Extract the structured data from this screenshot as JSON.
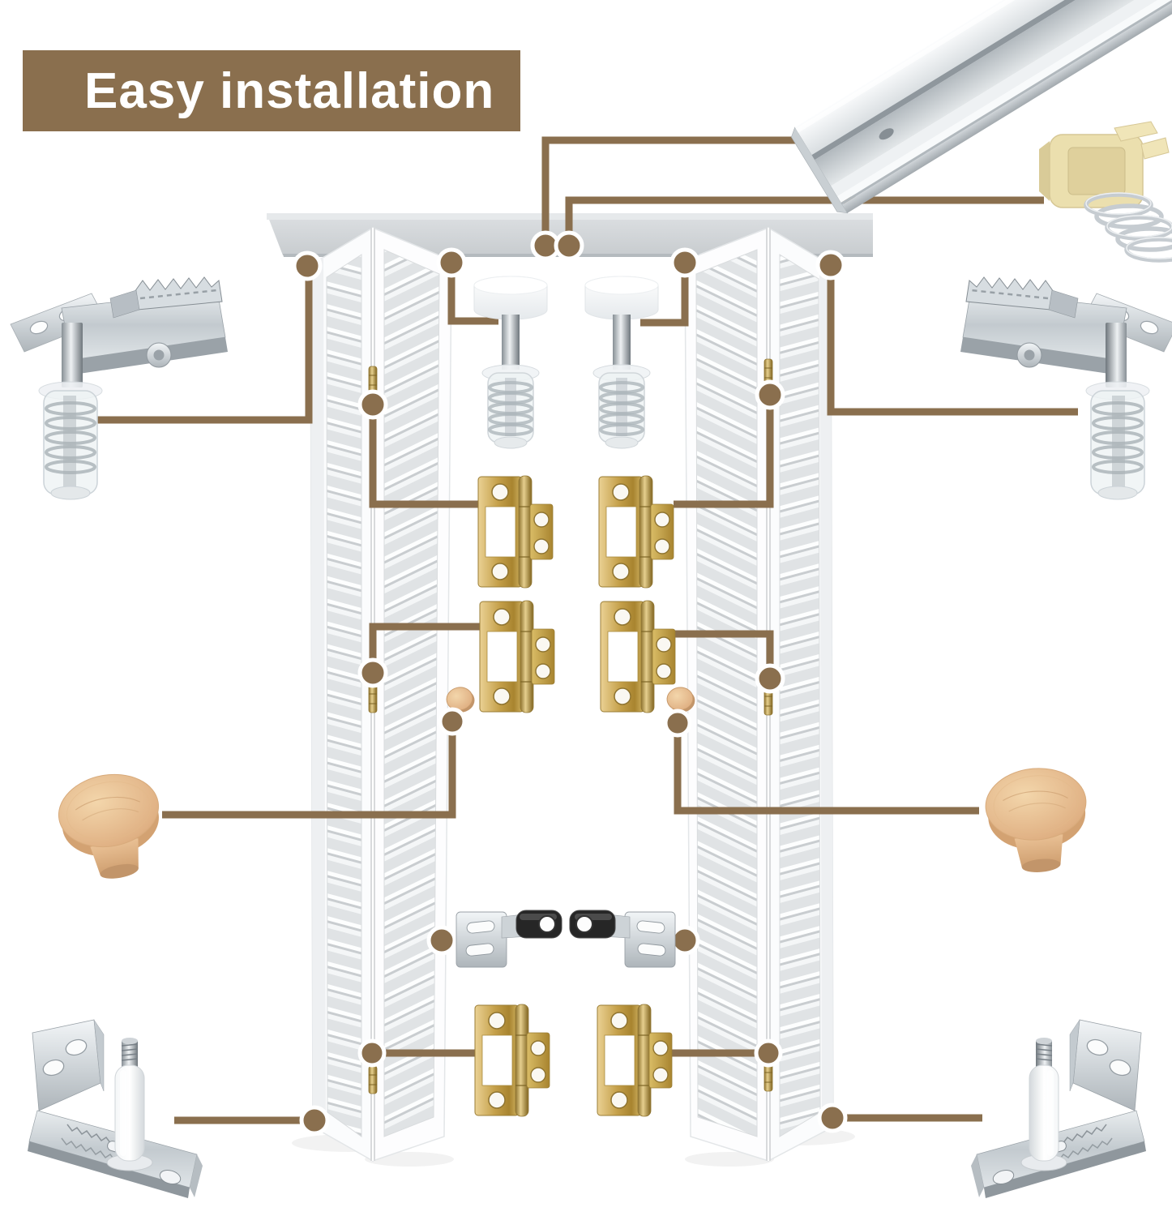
{
  "banner": {
    "label": "Easy installation"
  },
  "colors": {
    "accent-brown": "#8a6f4e",
    "banner-text": "#ffffff",
    "background": "#ffffff",
    "brass": "#c5a04a",
    "wood": "#e4bb8d",
    "metal": "#c9cfd3",
    "plastic-beige": "#ebdfae",
    "header-gray": "#d6d9db",
    "door-white": "#fbfcfd"
  },
  "parts": [
    {
      "id": "top-track-rail",
      "description": "metal top track channel"
    },
    {
      "id": "snugger-spring-roller",
      "description": "beige snugger with spring"
    },
    {
      "id": "top-pivot-bracket-left",
      "description": "adjustable top pivot bracket with spring pin"
    },
    {
      "id": "top-pivot-bracket-right",
      "description": "adjustable top pivot bracket with spring pin"
    },
    {
      "id": "spring-pivot-pin-left",
      "description": "nylon spring-loaded guide pin"
    },
    {
      "id": "spring-pivot-pin-right",
      "description": "nylon spring-loaded guide pin"
    },
    {
      "id": "hinge-upper-left",
      "description": "brass non-mortise hinge"
    },
    {
      "id": "hinge-upper-right",
      "description": "brass non-mortise hinge"
    },
    {
      "id": "hinge-middle-left",
      "description": "brass non-mortise hinge"
    },
    {
      "id": "hinge-middle-right",
      "description": "brass non-mortise hinge"
    },
    {
      "id": "hinge-bottom-left",
      "description": "brass non-mortise hinge"
    },
    {
      "id": "hinge-bottom-right",
      "description": "brass non-mortise hinge"
    },
    {
      "id": "wooden-knob-left",
      "description": "round wooden door knob"
    },
    {
      "id": "wooden-knob-right",
      "description": "round wooden door knob"
    },
    {
      "id": "door-aligner-left",
      "description": "metal door aligner with rubber sleeve"
    },
    {
      "id": "door-aligner-right",
      "description": "metal door aligner with rubber sleeve"
    },
    {
      "id": "bottom-pivot-bracket-left",
      "description": "L-shaped bottom jamb bracket with pivot pin"
    },
    {
      "id": "bottom-pivot-bracket-right",
      "description": "L-shaped bottom jamb bracket with pivot pin"
    },
    {
      "id": "header-board",
      "description": "white header/track board"
    },
    {
      "id": "bifold-door-pair-left",
      "description": "white louvered bifold door pair"
    },
    {
      "id": "bifold-door-pair-right",
      "description": "white louvered bifold door pair"
    }
  ]
}
